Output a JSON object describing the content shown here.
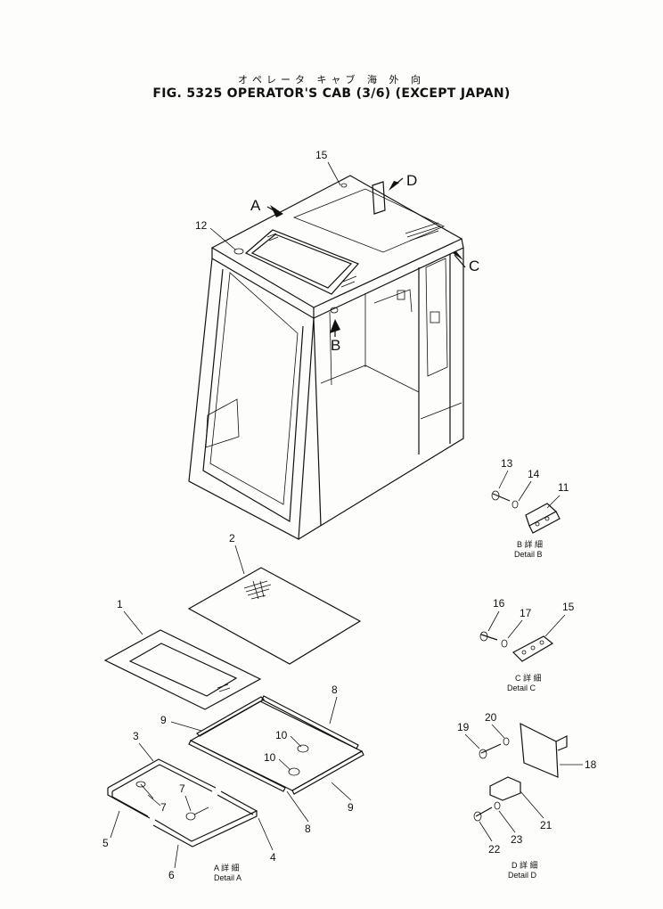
{
  "title_jp": "オペレータ キャブ 海 外 向",
  "title": "FIG. 5325 OPERATOR'S CAB (3/6) (EXCEPT JAPAN)",
  "view_labels": {
    "a": "A",
    "b": "B",
    "c": "C",
    "d": "D"
  },
  "part_labels": {
    "p1": "1",
    "p2": "2",
    "p3": "3",
    "p4": "4",
    "p5": "5",
    "p6": "6",
    "p7a": "7",
    "p7b": "7",
    "p8a": "8",
    "p8b": "8",
    "p9a": "9",
    "p9b": "9",
    "p10a": "10",
    "p10b": "10",
    "p11": "11",
    "p12": "12",
    "p13": "13",
    "p14": "14",
    "p15a": "15",
    "p15b": "15",
    "p16": "16",
    "p17": "17",
    "p18": "18",
    "p19": "19",
    "p20": "20",
    "p21": "21",
    "p22": "22",
    "p23": "23"
  },
  "details": {
    "a": {
      "jp": "A 詳 細",
      "en": "Detail A"
    },
    "b": {
      "jp": "B 詳 細",
      "en": "Detail B"
    },
    "c": {
      "jp": "C 詳 細",
      "en": "Detail C"
    },
    "d": {
      "jp": "D 詳 細",
      "en": "Detail D"
    }
  }
}
